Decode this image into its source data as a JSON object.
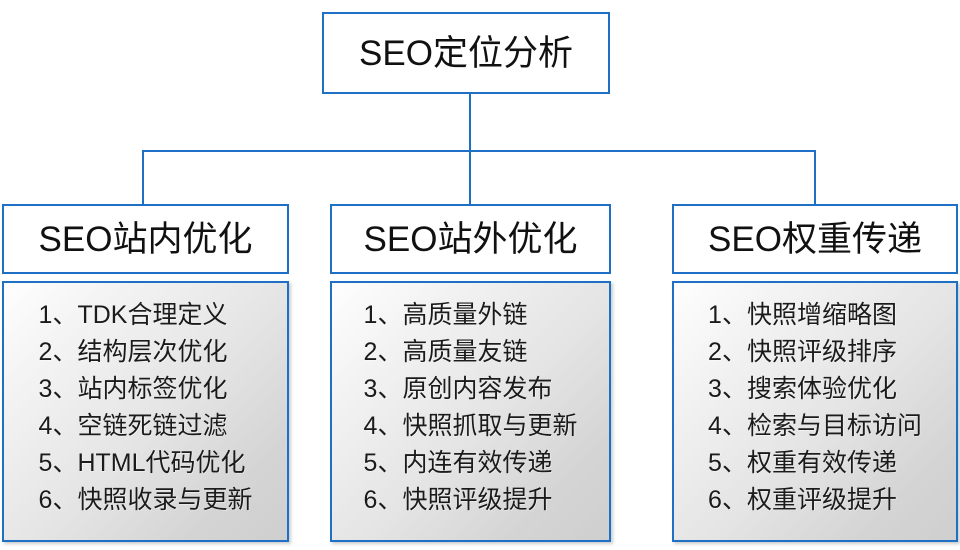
{
  "diagram": {
    "type": "org-tree",
    "accent_color": "#1f6fc4",
    "root": {
      "label": "SEO定位分析"
    },
    "branches": [
      {
        "id": "seo-onsite",
        "header": "SEO站内优化",
        "items": [
          "1、TDK合理定义",
          "2、结构层次优化",
          "3、站内标签优化",
          "4、空链死链过滤",
          "5、HTML代码优化",
          "6、快照收录与更新"
        ]
      },
      {
        "id": "seo-offsite",
        "header": "SEO站外优化",
        "items": [
          "1、高质量外链",
          "2、高质量友链",
          "3、原创内容发布",
          "4、快照抓取与更新",
          "5、内连有效传递",
          "6、快照评级提升"
        ]
      },
      {
        "id": "seo-weight",
        "header": "SEO权重传递",
        "items": [
          "1、快照增缩略图",
          "2、快照评级排序",
          "3、搜索体验优化",
          "4、检索与目标访问",
          "5、权重有效传递",
          "6、权重评级提升"
        ]
      }
    ]
  }
}
